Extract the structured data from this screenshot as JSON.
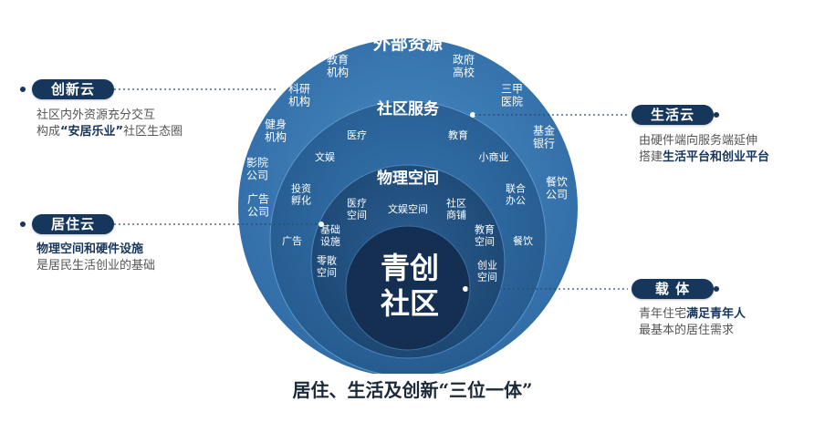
{
  "rings": {
    "outer": {
      "title": "外部资源",
      "items": [
        [
          "教育",
          "机构"
        ],
        [
          "政府",
          "高校"
        ],
        [
          "科研",
          "机构"
        ],
        [
          "三甲",
          "医院"
        ],
        [
          "健身",
          "机构"
        ],
        [
          "基金",
          "银行"
        ],
        [
          "影院",
          "公司"
        ],
        [
          "餐饮",
          "公司"
        ],
        [
          "广告",
          "公司"
        ]
      ]
    },
    "second": {
      "title": "社区服务",
      "items": [
        [
          "医疗"
        ],
        [
          "教育"
        ],
        [
          "文娱"
        ],
        [
          "小商业"
        ],
        [
          "投资",
          "孵化"
        ],
        [
          "联合",
          "办公"
        ],
        [
          "广告"
        ],
        [
          "餐饮"
        ]
      ]
    },
    "third": {
      "title": "物理空间",
      "items": [
        [
          "医疗",
          "空间"
        ],
        [
          "文娱空间"
        ],
        [
          "社区",
          "商铺"
        ],
        [
          "基础",
          "设施"
        ],
        [
          "教育",
          "空间"
        ],
        [
          "零散",
          "空间"
        ],
        [
          "创业",
          "空间"
        ]
      ]
    },
    "core": {
      "line1": "青创",
      "line2": "社区"
    }
  },
  "callouts": {
    "innovation": {
      "label": "创新云",
      "line1_pre": "社区内外资源充分交互",
      "line2_pre": "构成",
      "line2_hl": "“安居乐业”",
      "line2_post": "社区生态圈"
    },
    "living": {
      "label": "居住云",
      "line1_hl": "物理空间和硬件设施",
      "line2_pre": "是居民生活创业的基础"
    },
    "life": {
      "label": "生活云",
      "line1_pre": "由硬件端向服务端延伸",
      "line2_pre": "搭建",
      "line2_hl": "生活平台和创业平台"
    },
    "carrier": {
      "label": "载 体",
      "line1_pre": "青年住宅",
      "line1_hl": "满足青年人",
      "line2_pre": "最基本的居住需求"
    }
  },
  "caption": "居住、生活及创新“三位一体”",
  "colors": {
    "outer": "#3a7bb5",
    "second": "#2d689f",
    "third": "#22507f",
    "core": "#16365c",
    "pill": "#16365c"
  }
}
